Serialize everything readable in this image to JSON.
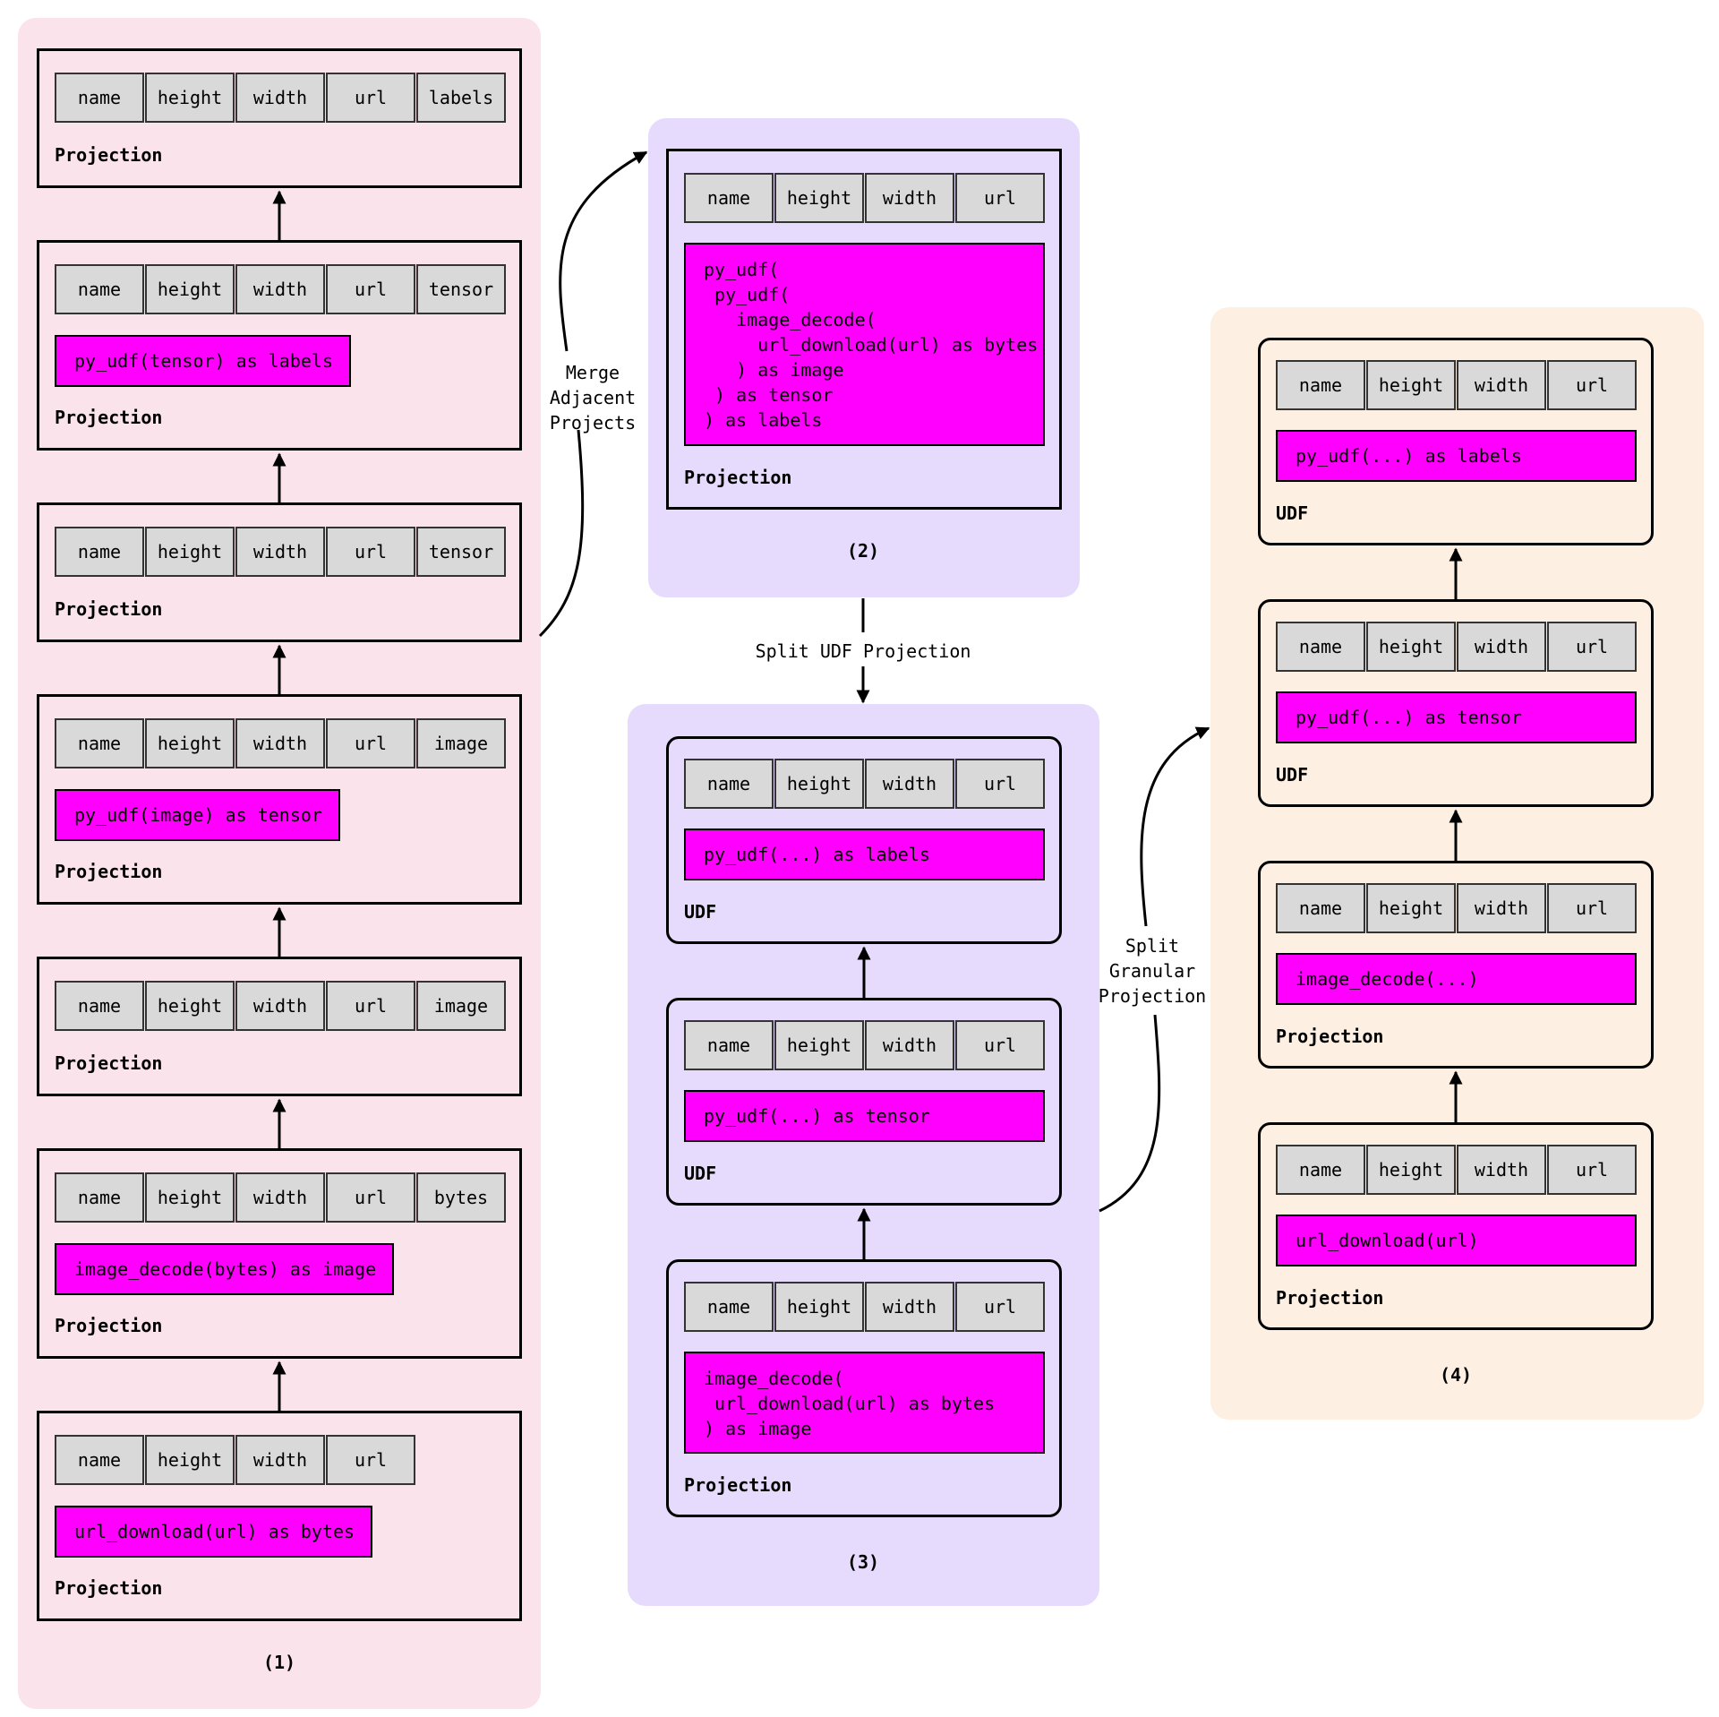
{
  "panel_labels": {
    "p1": "(1)",
    "p2": "(2)",
    "p3": "(3)",
    "p4": "(4)"
  },
  "edge_labels": {
    "merge": [
      "Merge",
      "Adjacent",
      "Projects"
    ],
    "split_udf": "Split UDF Projection",
    "split_granular": [
      "Split",
      "Granular",
      "Projection"
    ]
  },
  "panel1": {
    "nodes": [
      {
        "columns": [
          "name",
          "height",
          "width",
          "url",
          "labels"
        ],
        "label": "Projection"
      },
      {
        "columns": [
          "name",
          "height",
          "width",
          "url",
          "tensor"
        ],
        "expr": "py_udf(tensor) as labels",
        "label": "Projection"
      },
      {
        "columns": [
          "name",
          "height",
          "width",
          "url",
          "tensor"
        ],
        "label": "Projection"
      },
      {
        "columns": [
          "name",
          "height",
          "width",
          "url",
          "image"
        ],
        "expr": "py_udf(image) as tensor",
        "label": "Projection"
      },
      {
        "columns": [
          "name",
          "height",
          "width",
          "url",
          "image"
        ],
        "label": "Projection"
      },
      {
        "columns": [
          "name",
          "height",
          "width",
          "url",
          "bytes"
        ],
        "expr": "image_decode(bytes) as image",
        "label": "Projection"
      },
      {
        "columns": [
          "name",
          "height",
          "width",
          "url"
        ],
        "expr": "url_download(url) as bytes",
        "label": "Projection"
      }
    ]
  },
  "panel2": {
    "nodes": [
      {
        "columns": [
          "name",
          "height",
          "width",
          "url"
        ],
        "expr": "py_udf(\n py_udf(\n   image_decode(\n     url_download(url) as bytes\n   ) as image\n ) as tensor\n) as labels",
        "label": "Projection"
      }
    ]
  },
  "panel3": {
    "nodes": [
      {
        "columns": [
          "name",
          "height",
          "width",
          "url"
        ],
        "expr": "py_udf(...) as labels",
        "label": "UDF"
      },
      {
        "columns": [
          "name",
          "height",
          "width",
          "url"
        ],
        "expr": "py_udf(...) as tensor",
        "label": "UDF"
      },
      {
        "columns": [
          "name",
          "height",
          "width",
          "url"
        ],
        "expr": "image_decode(\n url_download(url) as bytes\n) as image",
        "label": "Projection"
      }
    ]
  },
  "panel4": {
    "nodes": [
      {
        "columns": [
          "name",
          "height",
          "width",
          "url"
        ],
        "expr": "py_udf(...) as labels",
        "label": "UDF"
      },
      {
        "columns": [
          "name",
          "height",
          "width",
          "url"
        ],
        "expr": "py_udf(...) as tensor",
        "label": "UDF"
      },
      {
        "columns": [
          "name",
          "height",
          "width",
          "url"
        ],
        "expr": "image_decode(...)",
        "label": "Projection"
      },
      {
        "columns": [
          "name",
          "height",
          "width",
          "url"
        ],
        "expr": "url_download(url)",
        "label": "Projection"
      }
    ]
  },
  "colors": {
    "panel1_bg": "#fae3ea",
    "panel2_bg": "#e6dbfd",
    "panel3_bg": "#e6dbfd",
    "panel4_bg": "#fdf0e3",
    "column_fill": "#d9d9d9",
    "expr_fill": "#ff00ff"
  }
}
